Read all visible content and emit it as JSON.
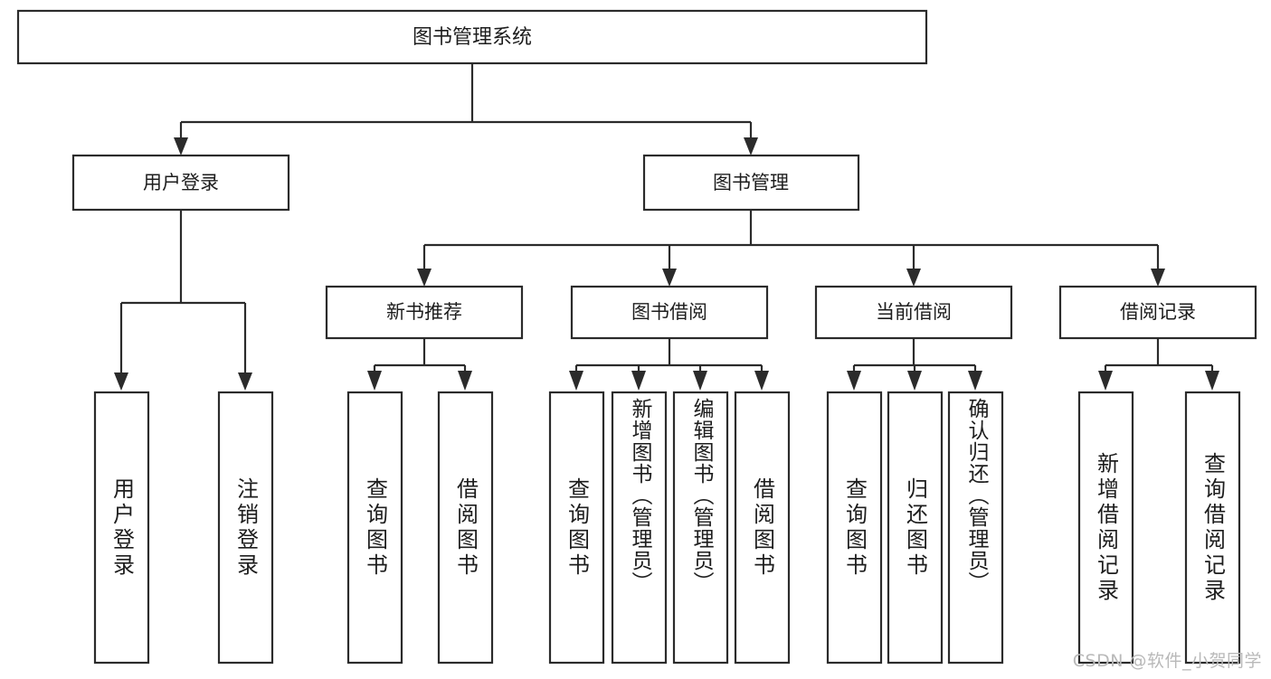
{
  "diagram": {
    "title_text": "图书管理系统",
    "type": "hierarchy-tree",
    "orientation": "top-down",
    "box_fill": "#ffffff",
    "box_stroke": "#2b2b2b",
    "text_color": "#1d1d1d",
    "background": "#ffffff"
  },
  "root": {
    "label": "图书管理系统"
  },
  "level2": [
    {
      "label": "用户登录"
    },
    {
      "label": "图书管理"
    }
  ],
  "level3": [
    {
      "label": "新书推荐"
    },
    {
      "label": "图书借阅"
    },
    {
      "label": "当前借阅"
    },
    {
      "label": "借阅记录"
    }
  ],
  "leaves": {
    "user_login": [
      {
        "label": "用户登录"
      },
      {
        "label": "注销登录"
      }
    ],
    "new_book_recommend": [
      {
        "label": "查询图书"
      },
      {
        "label": "借阅图书"
      }
    ],
    "book_borrow": [
      {
        "label": "查询图书"
      },
      {
        "label": "新增图书（管理员）"
      },
      {
        "label": "编辑图书（管理员）"
      },
      {
        "label": "借阅图书"
      }
    ],
    "current_borrow": [
      {
        "label": "查询图书"
      },
      {
        "label": "归还图书"
      },
      {
        "label": "确认归还（管理员）"
      }
    ],
    "borrow_record": [
      {
        "label": "新增借阅记录"
      },
      {
        "label": "查询借阅记录"
      }
    ]
  },
  "watermark": {
    "text": "CSDN @软件_小贺同学"
  }
}
